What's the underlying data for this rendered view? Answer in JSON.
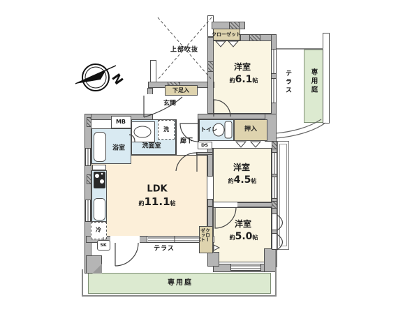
{
  "plan": {
    "compass_label": "N",
    "void_label": "上部吹抜",
    "shoe_label": "下足入",
    "entrance_label": "玄関",
    "hall_label": "廊下",
    "mb_label": "MB",
    "washer_label": "洗",
    "bath_label": "浴室",
    "powder_label": "洗面室",
    "toilet_label": "トイレ",
    "ds_label": "DS",
    "oshiire_label": "押入",
    "closet_top_label": "クローゼット",
    "closet_side_col_right": "クロー",
    "closet_side_col_left": "ゼット",
    "fridge_label": "冷",
    "sk_label": "SK",
    "rooms": {
      "ldk": {
        "name": "LDK",
        "approx": "約",
        "size": "11.1",
        "unit": "帖"
      },
      "west_6_1": {
        "name": "洋室",
        "approx": "約",
        "size": "6.1",
        "unit": "帖"
      },
      "west_4_5": {
        "name": "洋室",
        "approx": "約",
        "size": "4.5",
        "unit": "帖"
      },
      "west_5_0": {
        "name": "洋室",
        "approx": "約",
        "size": "5.0",
        "unit": "帖"
      }
    },
    "outdoor": {
      "terrace_right": "テラス",
      "garden_right": "専用庭",
      "terrace_bottom": "テラス",
      "garden_bottom": "専用庭"
    },
    "colors": {
      "wall": "#b5b5b5",
      "room": "#faf5e2",
      "ldk": "#fcefd9",
      "water": "#d9eaf2",
      "storage": "#ded3ae",
      "garden": "#dcead0"
    }
  }
}
